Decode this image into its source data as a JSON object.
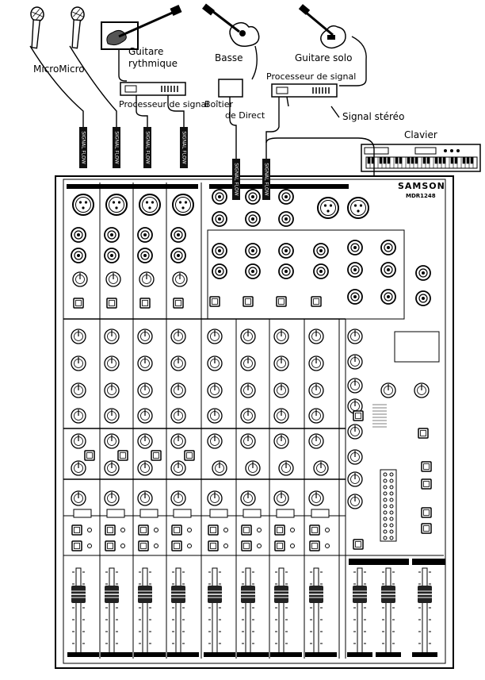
{
  "labels": {
    "micro": "MicroMicro",
    "guitare_rythmique_1": "Guitare",
    "guitare_rythmique_2": "rythmique",
    "basse": "Basse",
    "guitare_solo": "Guitare solo",
    "processeur_gauche": "Processeur de signal",
    "boitier_1": "Boîtier",
    "boitier_2": "de Direct",
    "processeur_droite": "Processeur de signal",
    "signal_stereo": "Signal stéréo",
    "clavier": "Clavier"
  },
  "cable_tags": [
    "SIGNAL FLOW",
    "SIGNAL FLOW",
    "SIGNAL FLOW",
    "SIGNAL FLOW",
    "SIGNAL FLOW",
    "SIGNAL FLOW"
  ],
  "mixer": {
    "brand": "SAMSON",
    "model": "MDR1248"
  }
}
